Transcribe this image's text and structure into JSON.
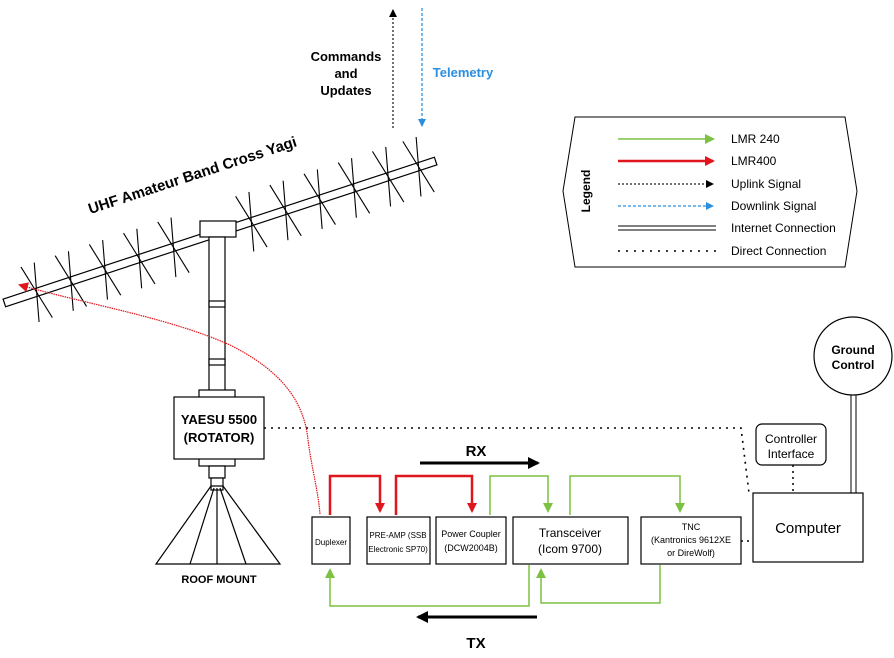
{
  "antenna": {
    "label": "UHF Amateur Band Cross Yagi"
  },
  "rotator": {
    "line1": "YAESU 5500",
    "line2": "(ROTATOR)"
  },
  "mount": {
    "label": "ROOF MOUNT"
  },
  "top_arrows": {
    "commands_line1": "Commands",
    "commands_line2": "and",
    "commands_line3": "Updates",
    "telemetry": "Telemetry"
  },
  "legend": {
    "title": "Legend",
    "items": [
      {
        "label": "LMR 240",
        "color": "#7dc142"
      },
      {
        "label": "LMR400",
        "color": "#e0161e"
      },
      {
        "label": "Uplink Signal",
        "color": "#222222"
      },
      {
        "label": "Downlink Signal",
        "color": "#2b8fe0"
      },
      {
        "label": "Internet Connection",
        "color": "#000000"
      },
      {
        "label": "Direct Connection",
        "color": "#000000"
      }
    ]
  },
  "ground_control": {
    "line1": "Ground",
    "line2": "Control"
  },
  "controller": {
    "line1": "Controller",
    "line2": "Interface"
  },
  "computer": {
    "label": "Computer"
  },
  "blocks": {
    "duplexer": "Duplexer",
    "preamp_line1": "PRE-AMP (SSB",
    "preamp_line2": "Electronic SP70)",
    "coupler_line1": "Power Coupler",
    "coupler_line2": "(DCW2004B)",
    "transceiver_line1": "Transceiver",
    "transceiver_line2": "(Icom 9700)",
    "tnc_line1": "TNC",
    "tnc_line2": "(Kantronics 9612XE",
    "tnc_line3": "or DireWolf)"
  },
  "rx_label": "RX",
  "tx_label": "TX",
  "colors": {
    "green": "#7dc142",
    "red": "#e0161e",
    "blue": "#2b8fe0"
  }
}
